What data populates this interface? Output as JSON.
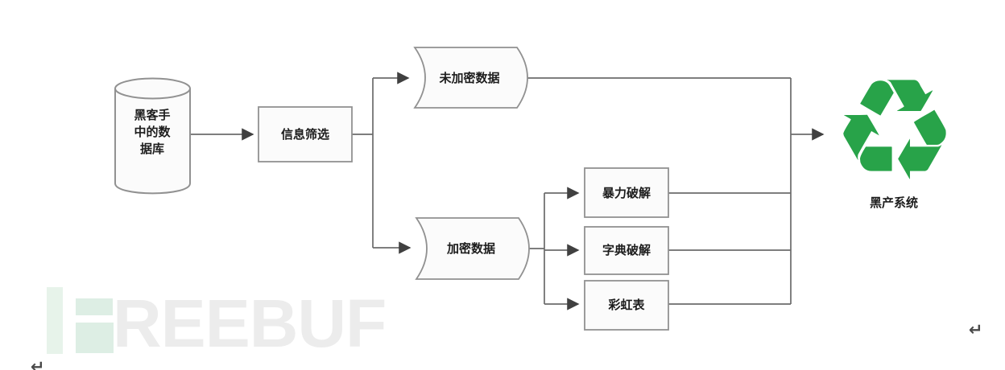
{
  "page": {
    "background": "#ffffff"
  },
  "diagram": {
    "nodes": {
      "database": {
        "shape": "cylinder",
        "label_lines": [
          "黑客手",
          "中的数",
          "据库"
        ]
      },
      "filter": {
        "shape": "process",
        "label": "信息筛选"
      },
      "unencrypted": {
        "shape": "stored-data",
        "label": "未加密数据"
      },
      "encrypted": {
        "shape": "stored-data",
        "label": "加密数据"
      },
      "brute_force": {
        "shape": "process",
        "label": "暴力破解"
      },
      "dictionary": {
        "shape": "process",
        "label": "字典破解"
      },
      "rainbow_table": {
        "shape": "process",
        "label": "彩虹表"
      },
      "black_market": {
        "shape": "icon",
        "icon": "recycle-icon",
        "icon_glyph": "♻",
        "icon_color": "#28a349",
        "label": "黑产系统"
      }
    },
    "edges": [
      {
        "from": "database",
        "to": "filter"
      },
      {
        "from": "filter",
        "to": "unencrypted"
      },
      {
        "from": "filter",
        "to": "encrypted"
      },
      {
        "from": "encrypted",
        "to": "brute_force"
      },
      {
        "from": "encrypted",
        "to": "dictionary"
      },
      {
        "from": "encrypted",
        "to": "rainbow_table"
      },
      {
        "from": "unencrypted",
        "to": "black_market"
      },
      {
        "from": "brute_force",
        "to": "black_market"
      },
      {
        "from": "dictionary",
        "to": "black_market"
      },
      {
        "from": "rainbow_table",
        "to": "black_market"
      }
    ],
    "colors": {
      "connector": "#6b6b6b",
      "arrowhead": "#404040",
      "node_border": "#919191",
      "node_fill": "#fbfbfb",
      "label_text": "#1c1c1c",
      "recycle_green": "#28a349"
    }
  },
  "watermark": {
    "letters": "REEBUF",
    "logo_bar_color": "#e7f3ea",
    "logo_arm_color": "#ddeee4",
    "letter_color": "#ececec"
  },
  "page_marks": {
    "return_symbol": "↵",
    "color": "#4a4a4a"
  }
}
